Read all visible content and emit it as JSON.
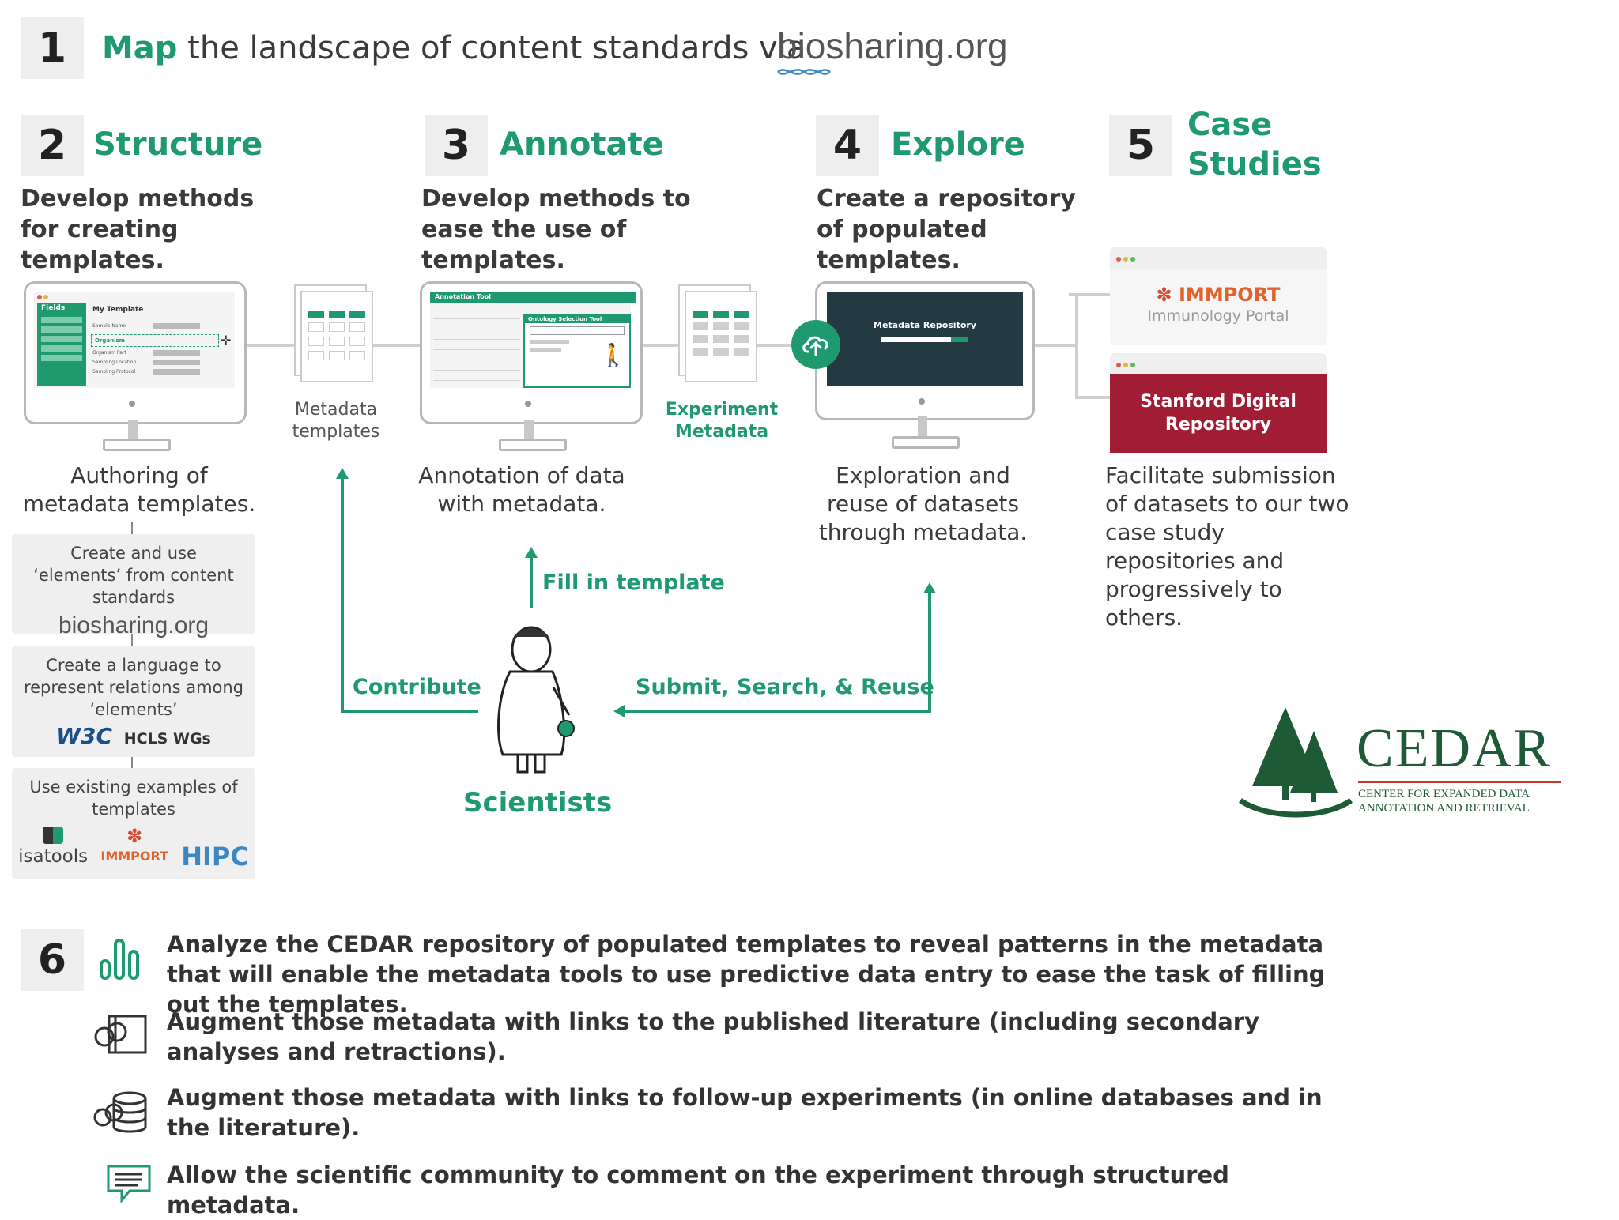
{
  "step1": {
    "number": "1",
    "bold": "Map",
    "text": "the landscape of content standards via",
    "logo": "biosharing.org"
  },
  "steps": [
    {
      "number": "2",
      "title": "Structure",
      "desc": "Develop methods for creating templates."
    },
    {
      "number": "3",
      "title": "Annotate",
      "desc": "Develop methods to ease the use of templates."
    },
    {
      "number": "4",
      "title": "Explore",
      "desc": "Create a repository of populated templates."
    },
    {
      "number": "5",
      "title_line1": "Case",
      "title_line2": "Studies"
    }
  ],
  "screens": {
    "template_title": "My Template",
    "fields_label": "Fields",
    "field_names": [
      "Sample Name",
      "Organism",
      "Organism Part",
      "Sampling Location",
      "Sampling Protocol"
    ],
    "annotation_tool": "Annotation Tool",
    "ontology_tool": "Ontology Selection Tool",
    "repository_title": "Metadata Repository"
  },
  "captions": {
    "metadata_templates": "Metadata templates",
    "experiment_metadata": "Experiment Metadata",
    "authoring": "Authoring of metadata templates.",
    "annotation": "Annotation of data with metadata.",
    "exploration": "Exploration and reuse of datasets through metadata.",
    "facilitate": "Facilitate submission of datasets to our two case study repositories and progressively to others."
  },
  "repos": {
    "immport_name": "IMMPORT",
    "immport_sub": "Immunology Portal",
    "stanford": "Stanford Digital Repository"
  },
  "panels": {
    "p1": "Create and use ‘elements’ from content standards",
    "p1_logo": "biosharing.org",
    "p2": "Create a language to represent relations among ‘elements’",
    "p2_w3c": "W3C",
    "p2_hcls": "HCLS WGs",
    "p3": "Use existing examples of templates",
    "p3_isa": "isatools",
    "p3_immport": "IMMPORT",
    "p3_hipc": "HIPC"
  },
  "flow": {
    "fill": "Fill in template",
    "contribute": "Contribute",
    "submit": "Submit, Search, & Reuse",
    "scientists": "Scientists"
  },
  "cedar": {
    "name": "CEDAR",
    "line1": "CENTER FOR EXPANDED DATA",
    "line2": "ANNOTATION AND RETRIEVAL"
  },
  "step6": {
    "number": "6",
    "tasks": [
      {
        "icon": "bar-chart-icon",
        "text": "Analyze the CEDAR repository of populated templates to reveal patterns in the metadata that will enable the metadata tools to use predictive data entry to ease the task of filling out the templates."
      },
      {
        "icon": "book-link-icon",
        "text": "Augment those metadata with links to the published literature (including secondary analyses and retractions)."
      },
      {
        "icon": "database-link-icon",
        "text": "Augment those metadata with links to follow-up experiments (in online databases and in the literature)."
      },
      {
        "icon": "comment-icon",
        "text": "Allow the scientific community to comment on the experiment through structured metadata."
      }
    ]
  },
  "colors": {
    "accent": "#1f9a6e",
    "stanford": "#a11d33",
    "immport": "#e0622c",
    "hipc": "#3c86c4",
    "cedar": "#1e5a35",
    "cedar_line": "#c0392b"
  }
}
